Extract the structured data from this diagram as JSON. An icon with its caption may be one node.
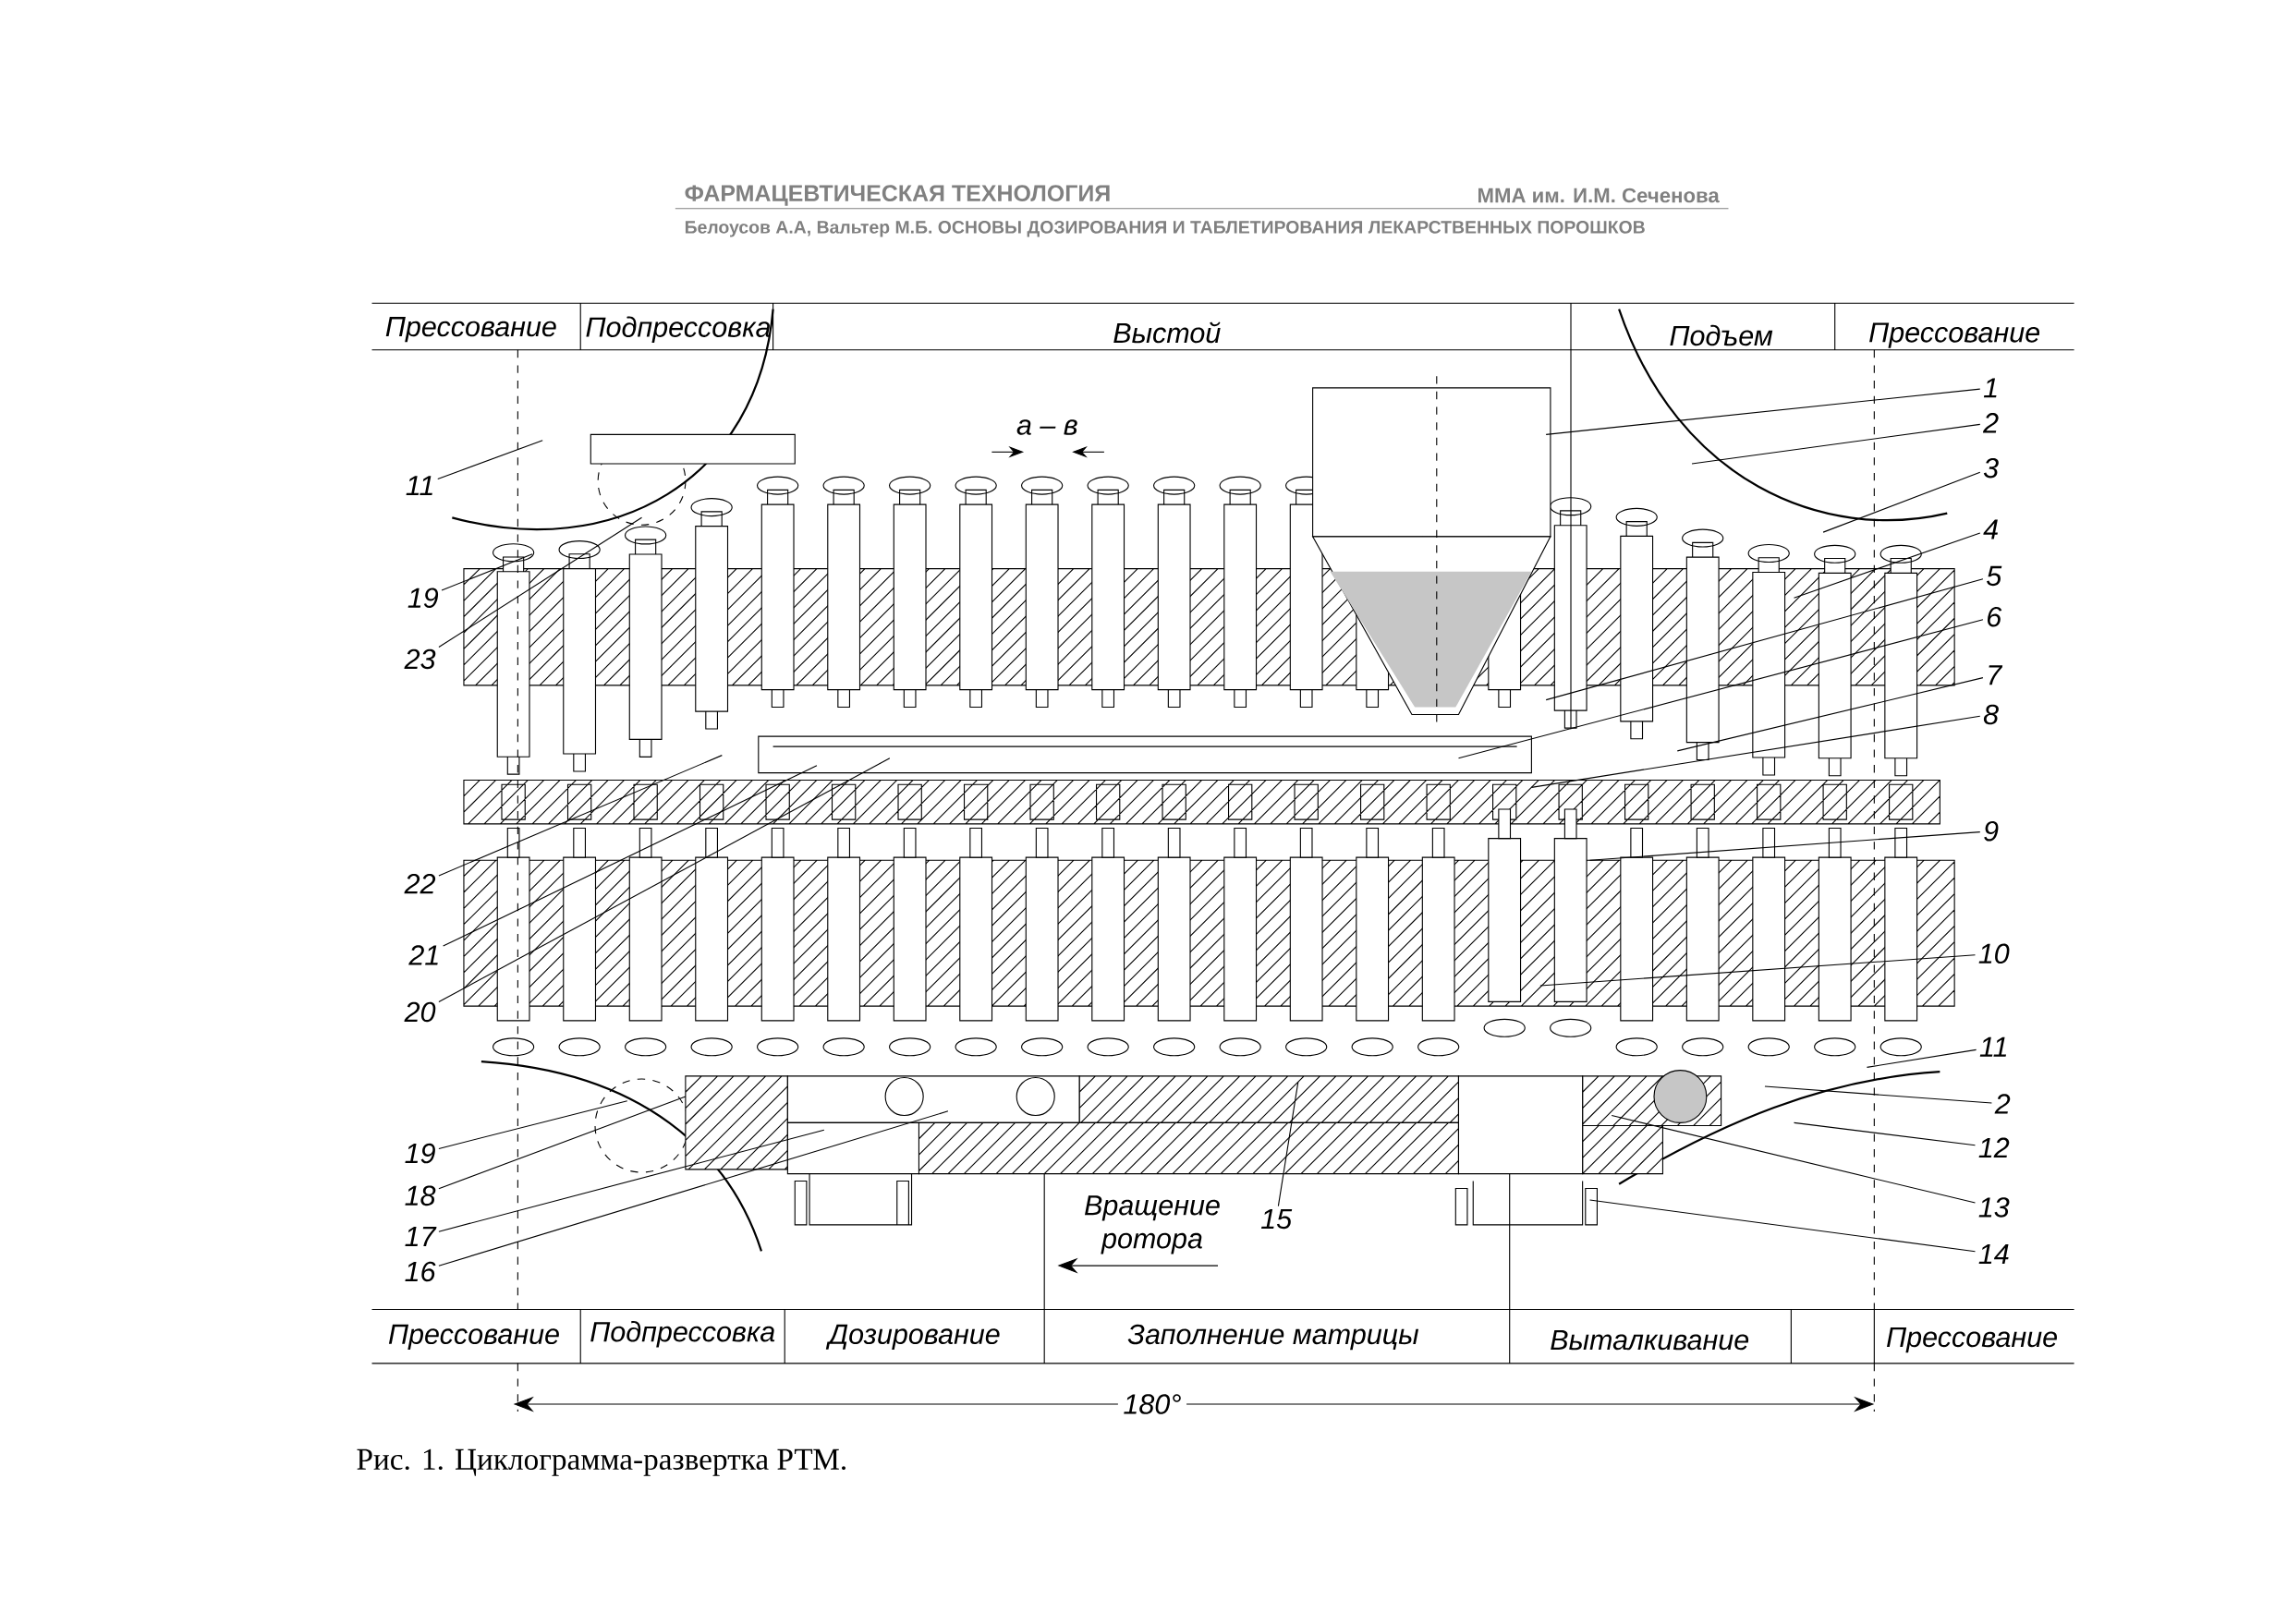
{
  "diagram": {
    "caption": "Рис. 1. Циклограмма-развертка РТМ.",
    "nodes": [
      {
        "text": [
          "1"
        ]
      },
      {
        "text": [
          "2"
        ]
      },
      {
        "text": [
          "3"
        ]
      },
      {
        "text": [
          "4"
        ]
      },
      {
        "text": [
          "5"
        ]
      },
      {
        "text": [
          "6"
        ]
      },
      {
        "text": [
          "7"
        ]
      },
      {
        "text": [
          "8"
        ]
      },
      {
        "text": [
          "9"
        ]
      },
      {
        "text": [
          "10"
        ]
      },
      {
        "text": [
          "11"
        ]
      },
      {
        "text": [
          "2"
        ]
      },
      {
        "text": [
          "12"
        ]
      },
      {
        "text": [
          "13"
        ]
      },
      {
        "text": [
          "14"
        ]
      },
      {
        "text": [
          "11"
        ]
      },
      {
        "text": [
          "19"
        ]
      },
      {
        "text": [
          "23"
        ]
      },
      {
        "text": [
          "22"
        ]
      },
      {
        "text": [
          "21"
        ]
      },
      {
        "text": [
          "20"
        ]
      },
      {
        "text": [
          "19"
        ]
      },
      {
        "text": [
          "18"
        ]
      },
      {
        "text": [
          "17"
        ]
      },
      {
        "text": [
          "16"
        ]
      },
      {
        "text": [
          "15"
        ]
      }
    ],
    "edges": [
      {
        "from": 0,
        "to": null,
        "arrow": "none"
      },
      {
        "from": 1,
        "to": null,
        "arrow": "none"
      },
      {
        "from": 2,
        "to": null,
        "arrow": "none"
      },
      {
        "from": 3,
        "to": null,
        "arrow": "none"
      },
      {
        "from": 4,
        "to": null,
        "arrow": "none"
      },
      {
        "from": 5,
        "to": null,
        "arrow": "none"
      },
      {
        "from": 6,
        "to": null,
        "arrow": "none"
      },
      {
        "from": 7,
        "to": null,
        "arrow": "none"
      },
      {
        "from": 8,
        "to": null,
        "arrow": "none"
      },
      {
        "from": 9,
        "to": null,
        "arrow": "none"
      },
      {
        "from": 10,
        "to": null,
        "arrow": "none"
      },
      {
        "from": 11,
        "to": null,
        "arrow": "none"
      },
      {
        "from": 12,
        "to": null,
        "arrow": "none"
      },
      {
        "from": 13,
        "to": null,
        "arrow": "none"
      },
      {
        "from": 14,
        "to": null,
        "arrow": "none"
      },
      {
        "from": 15,
        "to": null,
        "arrow": "none"
      },
      {
        "from": 16,
        "to": null,
        "arrow": "none"
      },
      {
        "from": 17,
        "to": null,
        "arrow": "none"
      },
      {
        "from": 18,
        "to": null,
        "arrow": "none"
      },
      {
        "from": 19,
        "to": null,
        "arrow": "none"
      },
      {
        "from": 20,
        "to": null,
        "arrow": "none"
      },
      {
        "from": 21,
        "to": null,
        "arrow": "none"
      },
      {
        "from": 22,
        "to": null,
        "arrow": "none"
      },
      {
        "from": 23,
        "to": null,
        "arrow": "none"
      },
      {
        "from": 24,
        "to": null,
        "arrow": "none"
      },
      {
        "from": 25,
        "to": null,
        "arrow": "none"
      }
    ],
    "labels": [
      "ФАРМАЦЕВТИЧЕСКАЯ ТЕХНОЛОГИЯ",
      "ММА им. И.М. Сеченова",
      "Белоусов А.А, Вальтер М.Б. ОСНОВЫ ДОЗИРОВАНИЯ И ТАБЛЕТИРОВАНИЯ ЛЕКАРСТВЕННЫХ ПОРОШКОВ",
      "Прессование",
      "Подпрессовка",
      "Выстой",
      "Подъем",
      "Прессование",
      "а – в",
      "Вращение ротора",
      "Прессование",
      "Подпрессовка",
      "Дозирование",
      "Заполнение матрицы",
      "Выталкивание",
      "Прессование",
      "180°"
    ]
  }
}
